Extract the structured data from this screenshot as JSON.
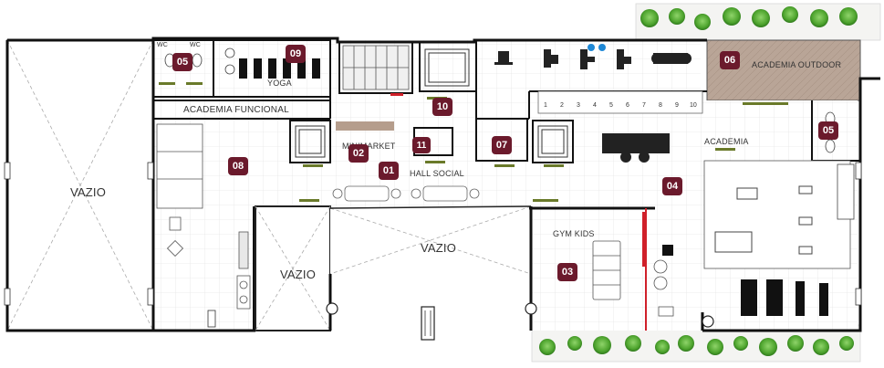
{
  "rooms": {
    "academia_funcional": "ACADEMIA FUNCIONAL",
    "yoga": "YOGA",
    "minimarket": "MINIMARKET",
    "hall_social": "HALL SOCIAL",
    "gym_kids": "GYM KIDS",
    "academia": "ACADEMIA",
    "academia_outdoor": "ACADEMIA OUTDOOR",
    "vazio_left": "VAZIO",
    "vazio_middle": "VAZIO",
    "vazio_center": "VAZIO",
    "wc_1": "WC",
    "wc_2": "WC"
  },
  "badges": {
    "b01": "01",
    "b02": "02",
    "b03": "03",
    "b04": "04",
    "b05a": "05",
    "b05b": "05",
    "b06": "06",
    "b07": "07",
    "b08": "08",
    "b09": "09",
    "b10": "10",
    "b11": "11"
  },
  "bench_numbers": [
    "1",
    "2",
    "3",
    "4",
    "5",
    "6",
    "7",
    "8",
    "9",
    "10"
  ],
  "colors": {
    "badge": "#6b1a2c",
    "wall": "#111111",
    "deck": "#b8a394",
    "tree": "#5fb33f",
    "accent_red": "#d0202a",
    "accent_blue": "#1e88d6"
  }
}
